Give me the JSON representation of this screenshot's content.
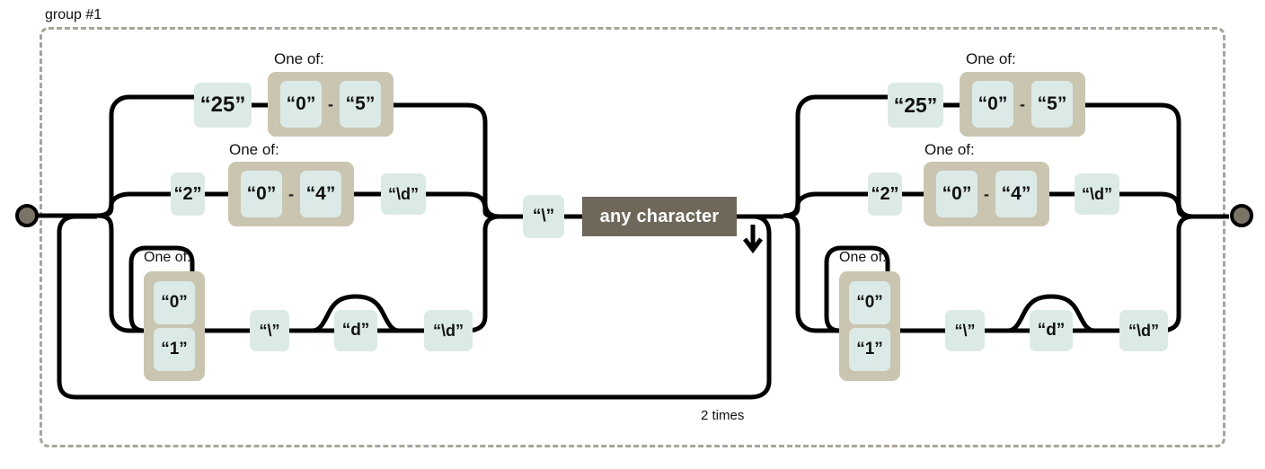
{
  "diagram": {
    "type": "regex-railroad",
    "group_label": "group #1",
    "repeat_label": "2 times",
    "colors": {
      "literal_fill": "#dceae7",
      "oneof_fill": "#c9c5b0",
      "anychar_fill": "#6e675a",
      "anychar_text": "#ffffff",
      "rail": "#000000",
      "group_border": "#a9a49a",
      "endpoint": "#6e675a"
    },
    "labels": {
      "one_of": "One of:",
      "range_dash": "-"
    },
    "any_character": "any character",
    "endpoints": {
      "start": "start-node",
      "end": "end-node"
    }
  },
  "left_block": {
    "name": "repeated-octet-group",
    "row_top": {
      "literal_25": "“25”",
      "oneof_label": "One of:",
      "range_from": "“0”",
      "range_dash": "-",
      "range_to": "“5”"
    },
    "row_mid": {
      "literal_2": "“2”",
      "oneof_label": "One of:",
      "range_from": "“0”",
      "range_dash": "-",
      "range_to": "“4”",
      "literal_d": "“\\d”"
    },
    "row_bot": {
      "oneof_label": "One of:",
      "alt_0": "“0”",
      "alt_1": "“1”",
      "literal_backslash": "“\\”",
      "literal_dchar": "“d”",
      "literal_dclass": "“\\d”"
    }
  },
  "center": {
    "literal_backslash": "“\\”",
    "any_character": "any character"
  },
  "right_block": {
    "name": "final-octet-group",
    "row_top": {
      "literal_25": "“25”",
      "oneof_label": "One of:",
      "range_from": "“0”",
      "range_dash": "-",
      "range_to": "“5”"
    },
    "row_mid": {
      "literal_2": "“2”",
      "oneof_label": "One of:",
      "range_from": "“0”",
      "range_dash": "-",
      "range_to": "“4”",
      "literal_d": "“\\d”"
    },
    "row_bot": {
      "oneof_label": "One of:",
      "alt_0": "“0”",
      "alt_1": "“1”",
      "literal_backslash": "“\\”",
      "literal_dchar": "“d”",
      "literal_dclass": "“\\d”"
    }
  }
}
